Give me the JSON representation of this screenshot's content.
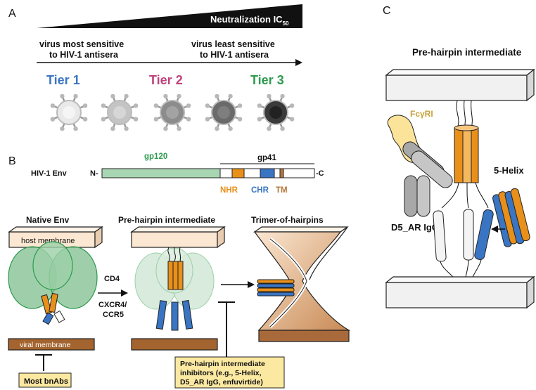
{
  "panels": {
    "a": "A",
    "b": "B",
    "c": "C"
  },
  "panel_a": {
    "neutralization": "Neutralization IC",
    "neutralization_sub": "50",
    "left_line1": "virus most sensitive",
    "left_line2": "to HIV-1 antisera",
    "right_line1": "virus least sensitive",
    "right_line2": "to HIV-1 antisera",
    "tier1": "Tier 1",
    "tier2": "Tier 2",
    "tier3": "Tier 3",
    "colors": {
      "tier1": "#3a75c4",
      "tier2": "#c0417a",
      "tier3": "#2e9a4f"
    }
  },
  "panel_b": {
    "env_label": "HIV-1 Env",
    "n_term": "N-",
    "c_term": "-C",
    "gp120": "gp120",
    "gp41": "gp41",
    "nhr": "NHR",
    "chr": "CHR",
    "tm": "TM",
    "native_env": "Native Env",
    "pre_hairpin": "Pre-hairpin intermediate",
    "trimer_hairpins": "Trimer-of-hairpins",
    "host_membrane": "host membrane",
    "viral_membrane": "viral membrane",
    "cd4": "CD4",
    "coreceptor_line1": "CXCR4/",
    "coreceptor_line2": "CCR5",
    "bnabs": "Most bnAbs",
    "inhibitor_line1": "Pre-hairpin intermediate",
    "inhibitor_line2": "inhibitors (e.g., 5-Helix,",
    "inhibitor_line3": "D5_AR IgG, enfuvirtide)",
    "colors": {
      "gp120": "#2e9a4f",
      "nhr": "#e8901a",
      "chr": "#3a75c4",
      "tm": "#b5763a"
    }
  },
  "panel_c": {
    "title": "Pre-hairpin intermediate",
    "fcgri": "FcγRI",
    "five_helix": "5-Helix",
    "d5_ar": "D5_AR IgG"
  }
}
